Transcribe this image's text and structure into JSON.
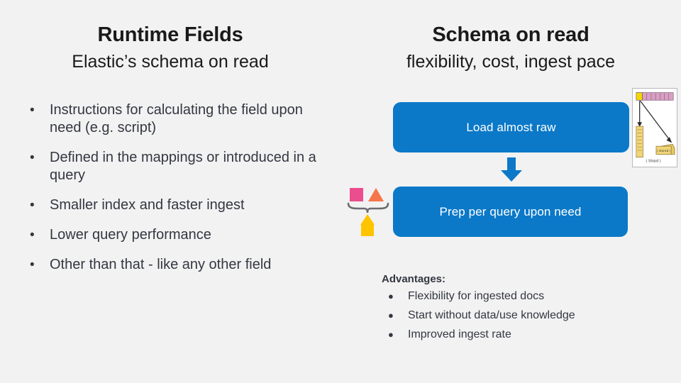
{
  "slide": {
    "background_color": "#f2f2f2",
    "text_color": "#343741",
    "accent_blue": "#0b79c8"
  },
  "left": {
    "title": "Runtime Fields",
    "subtitle": "Elastic’s schema on read",
    "bullet_marker": "•",
    "bullets": [
      "Instructions for calculating the field upon need (e.g. script)",
      "Defined in the mappings or introduced in a query",
      "Smaller index and faster ingest",
      "Lower query performance",
      "Other than that - like any other field"
    ]
  },
  "right": {
    "title": "Schema on read",
    "subtitle": "flexibility, cost,  ingest pace",
    "flow": {
      "box_load_label": "Load almost raw",
      "box_prep_label": "Prep per query upon need",
      "arrow_icon": "down-arrow-icon",
      "box_color": "#0b79c8",
      "arrow_color": "#0b79c8"
    },
    "shapes_glyph": {
      "icon": "shapes-merge-icon",
      "square_color": "#ec4d8e",
      "triangle_color": "#f4764a",
      "result_color": "#ffc400",
      "brace_color": "#6b6b70"
    },
    "thumbnail": {
      "icon": "shard-diagram-thumbnail",
      "caption": "( Shard )",
      "stored_label": "( stored )",
      "cell_color": "#d9a0c4",
      "highlight_color": "#f5d800",
      "doc_color": "#f2d57a"
    },
    "advantages": {
      "title": "Advantages:",
      "bullet_marker": "●",
      "items": [
        "Flexibility for ingested docs",
        "Start without data/use knowledge",
        "Improved ingest rate"
      ]
    }
  }
}
